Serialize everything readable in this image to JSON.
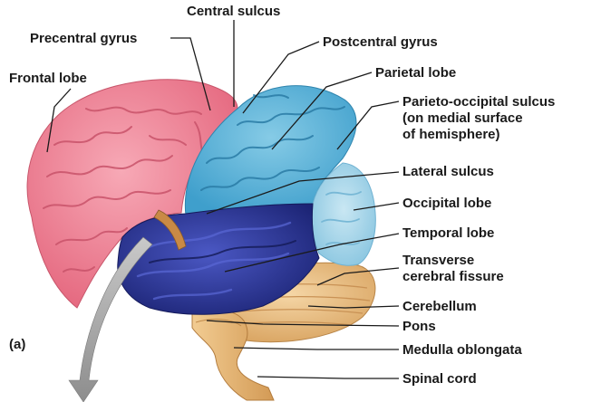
{
  "figure_label": "(a)",
  "labels": {
    "central_sulcus": "Central sulcus",
    "precentral_gyrus": "Precentral gyrus",
    "postcentral_gyrus": "Postcentral gyrus",
    "frontal_lobe": "Frontal lobe",
    "parietal_lobe": "Parietal lobe",
    "parieto_occipital_sulcus": [
      "Parieto-occipital sulcus",
      "(on medial surface",
      "of hemisphere)"
    ],
    "lateral_sulcus": "Lateral sulcus",
    "occipital_lobe": "Occipital lobe",
    "temporal_lobe": "Temporal lobe",
    "transverse_cerebral_fissure": [
      "Transverse",
      "cerebral fissure"
    ],
    "cerebellum": "Cerebellum",
    "pons": "Pons",
    "medulla_oblongata": "Medulla oblongata",
    "spinal_cord": "Spinal cord"
  },
  "colors": {
    "frontal_lobe": "#f0869a",
    "parietal_lobe": "#5fb5d9",
    "occipital_lobe": "#a9d7ea",
    "temporal_lobe": "#2e3a9a",
    "cerebellum": "#e9bf84",
    "brainstem": "#e8b574",
    "leader_lines": "#1a1a1a",
    "arrow": "#9a9a9a"
  }
}
